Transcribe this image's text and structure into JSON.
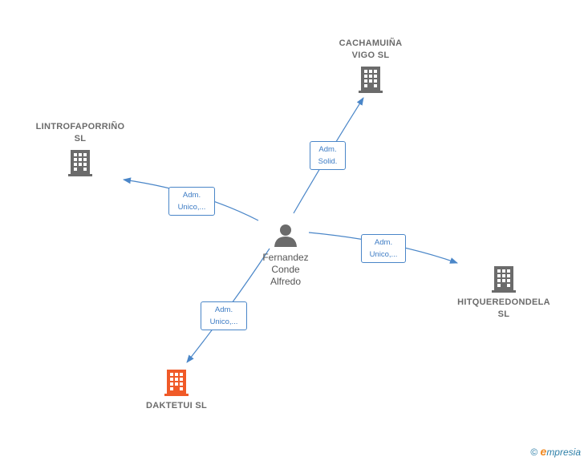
{
  "colors": {
    "edge": "#4a86c8",
    "company": "#6b6b6b",
    "highlight": "#f05a28",
    "person": "#6b6b6b"
  },
  "center": {
    "name": "Fernandez\nConde\nAlfredo",
    "icon": "person-icon"
  },
  "companies": [
    {
      "id": "cachamuina",
      "name": "CACHAMUIÑA\nVIGO  SL",
      "icon": "building-icon",
      "highlight": false
    },
    {
      "id": "lintrofaporrino",
      "name": "LINTROFAPORRIÑO\nSL",
      "icon": "building-icon",
      "highlight": false
    },
    {
      "id": "hitqueredondela",
      "name": "HITQUEREDONDELA\nSL",
      "icon": "building-icon",
      "highlight": false
    },
    {
      "id": "daktetui",
      "name": "DAKTETUI  SL",
      "icon": "building-icon",
      "highlight": true
    }
  ],
  "edges": [
    {
      "to": "cachamuina",
      "label": "Adm.\nSolid."
    },
    {
      "to": "lintrofaporrino",
      "label": "Adm.\nUnico,..."
    },
    {
      "to": "hitqueredondela",
      "label": "Adm.\nUnico,..."
    },
    {
      "to": "daktetui",
      "label": "Adm.\nUnico,..."
    }
  ],
  "footer": {
    "copyright": "©",
    "brand_initial": "e",
    "brand_rest": "mpresia"
  }
}
